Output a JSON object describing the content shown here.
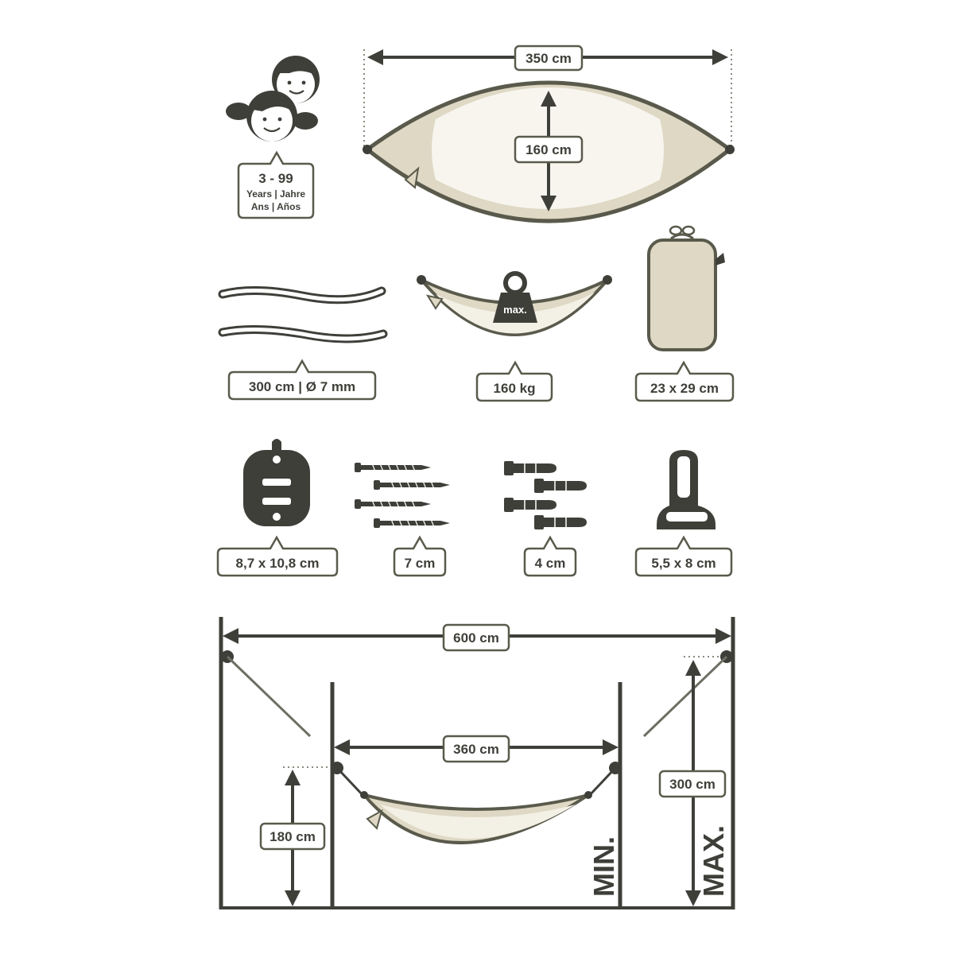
{
  "colors": {
    "dark": "#3f3f3a",
    "fabric": "#ded8c4",
    "fabric_light": "#f3f0e6",
    "outline": "#5a5a4c",
    "white": "#ffffff"
  },
  "age": {
    "range": "3 - 99",
    "line1": "Years | Jahre",
    "line2": "Ans | Años"
  },
  "hammock_size": {
    "length": "350 cm",
    "width": "160 cm"
  },
  "ropes": {
    "label": "300 cm | Ø 7 mm"
  },
  "max_load": {
    "label": "160 kg",
    "weight_text": "max."
  },
  "bag": {
    "label": "23 x 29 cm"
  },
  "wall_mount": {
    "label": "8,7 x 10,8 cm"
  },
  "screws": {
    "label": "7 cm"
  },
  "dowels": {
    "label": "4 cm"
  },
  "hook": {
    "label": "5,5 x 8 cm"
  },
  "installation": {
    "max_distance": "600 cm",
    "min_distance": "360 cm",
    "min_height": "180 cm",
    "max_height": "300 cm",
    "min_text": "MIN.",
    "max_text": "MAX."
  }
}
